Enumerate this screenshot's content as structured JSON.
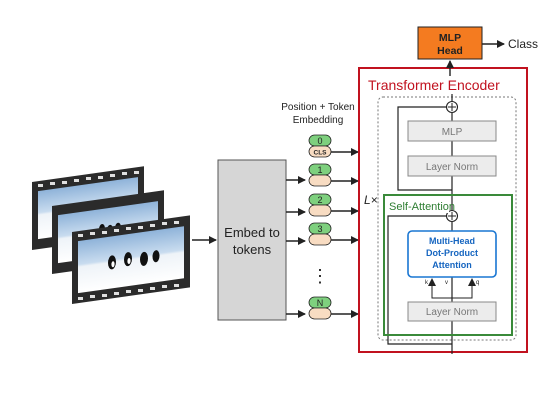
{
  "mlp_head": {
    "line1": "MLP",
    "line2": "Head",
    "output": "Class"
  },
  "encoder": {
    "title": "Transformer Encoder",
    "repeat": "L×",
    "mlp": "MLP",
    "layer_norm_top": "Layer Norm",
    "self_attention": "Self-Attention",
    "attention_line1": "Multi-Head",
    "attention_line2": "Dot-Product",
    "attention_line3": "Attention",
    "layer_norm_bottom": "Layer Norm",
    "qkv": [
      "k",
      "v",
      "q"
    ]
  },
  "embedding": {
    "line1": "Position + Token",
    "line2": "Embedding"
  },
  "embed_box": {
    "line1": "Embed to",
    "line2": "tokens"
  },
  "tokens": [
    "0",
    "1",
    "2",
    "3",
    "N"
  ],
  "cls": "CLS",
  "ellipsis": "⋮",
  "colors": {
    "mlp_head": "#f47b20",
    "encoder_border": "#c1121f",
    "self_attention_border": "#3a8a3a",
    "attention_border": "#1976d2",
    "token_green": "#7ed07e",
    "token_peach": "#f8dcc2",
    "embed_box": "#d6d6d6"
  },
  "icons": [
    "film-strip-icon",
    "penguin-icon",
    "plus-circle-icon"
  ]
}
